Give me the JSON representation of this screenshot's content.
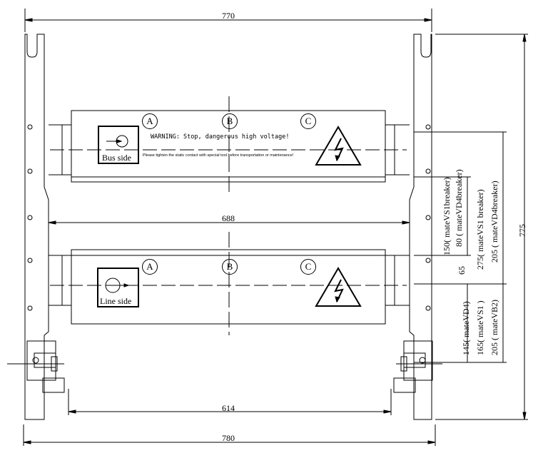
{
  "dimensions": {
    "top_width": "770",
    "bottom_width": "780",
    "inner_width": "688",
    "base_width": "614",
    "total_height": "775"
  },
  "vertical_dims": {
    "d150": "150( mateVS1breaker)",
    "d80": "80 ( mateVD4breaker)",
    "d275": "275( mateVS1 breaker)",
    "d205a": "205 ( mateVD4breaker)",
    "d65": "65",
    "d145": "145( mateVD4)",
    "d165": "165( mateVS1 )",
    "d205b": "205 ( mateVB2)"
  },
  "bus_panel": {
    "warning": "WARNING: Stop, dangerous high voltage!",
    "note": "Please tighten the static contact with special tool before transportation or maintenance!",
    "side_label": "Bus side",
    "phases": [
      "A",
      "B",
      "C"
    ]
  },
  "line_panel": {
    "side_label": "Line side",
    "phases": [
      "A",
      "B",
      "C"
    ]
  },
  "icons": [
    "high-voltage-warning-icon",
    "bus-side-arrow-icon",
    "line-side-arrow-icon"
  ],
  "colors": {
    "line": "#000000",
    "background": "#ffffff"
  }
}
